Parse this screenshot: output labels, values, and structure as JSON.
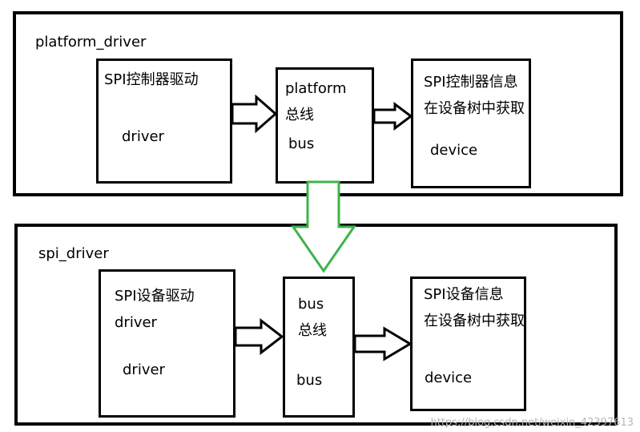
{
  "top_panel": {
    "title": "platform_driver",
    "controller_box": {
      "line1": "SPI控制器驱动",
      "line2": "driver"
    },
    "bus_box": {
      "line1": "platform",
      "line2": "总线",
      "line3": "bus"
    },
    "device_box": {
      "line1": "SPI控制器信息",
      "line2": "在设备树中获取",
      "line3": "device"
    }
  },
  "bottom_panel": {
    "title": "spi_driver",
    "driver_box": {
      "line1": "SPI设备驱动",
      "line2": "driver",
      "line3": "driver"
    },
    "bus_box": {
      "line1": "bus",
      "line2": "总线",
      "line3": "bus"
    },
    "device_box": {
      "line1": "SPI设备信息",
      "line2": "在设备树中获取",
      "line3": "device"
    }
  },
  "colors": {
    "stroke": "#000000",
    "down_arrow": "#3cb44b"
  },
  "watermark": "https://blog.csdn.net/weixin_42397613"
}
